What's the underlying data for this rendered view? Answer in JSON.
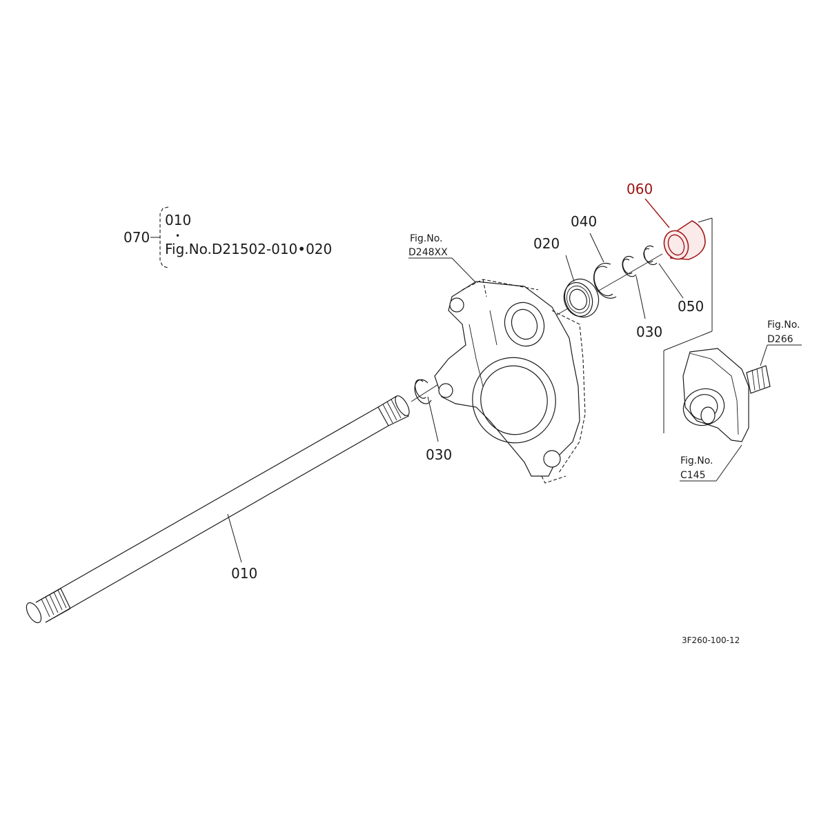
{
  "labels": {
    "p010_shaft": "010",
    "p020": "020",
    "p030_left": "030",
    "p030_right": "030",
    "p040": "040",
    "p050": "050",
    "p060": "060",
    "p070": "070"
  },
  "kit_note": {
    "line1": "010",
    "dot": "•",
    "line2": "Fig.No.D21502-010•020"
  },
  "references": {
    "housing": {
      "fig": "Fig.No.",
      "num": "D248XX"
    },
    "right_top": {
      "fig": "Fig.No.",
      "num": "D266"
    },
    "right_bottom": {
      "fig": "Fig.No.",
      "num": "C145"
    }
  },
  "drawing_code": "3F260-100-12",
  "colors": {
    "highlight": "#9b1111",
    "line": "#1a1a1a",
    "background": "#ffffff"
  }
}
